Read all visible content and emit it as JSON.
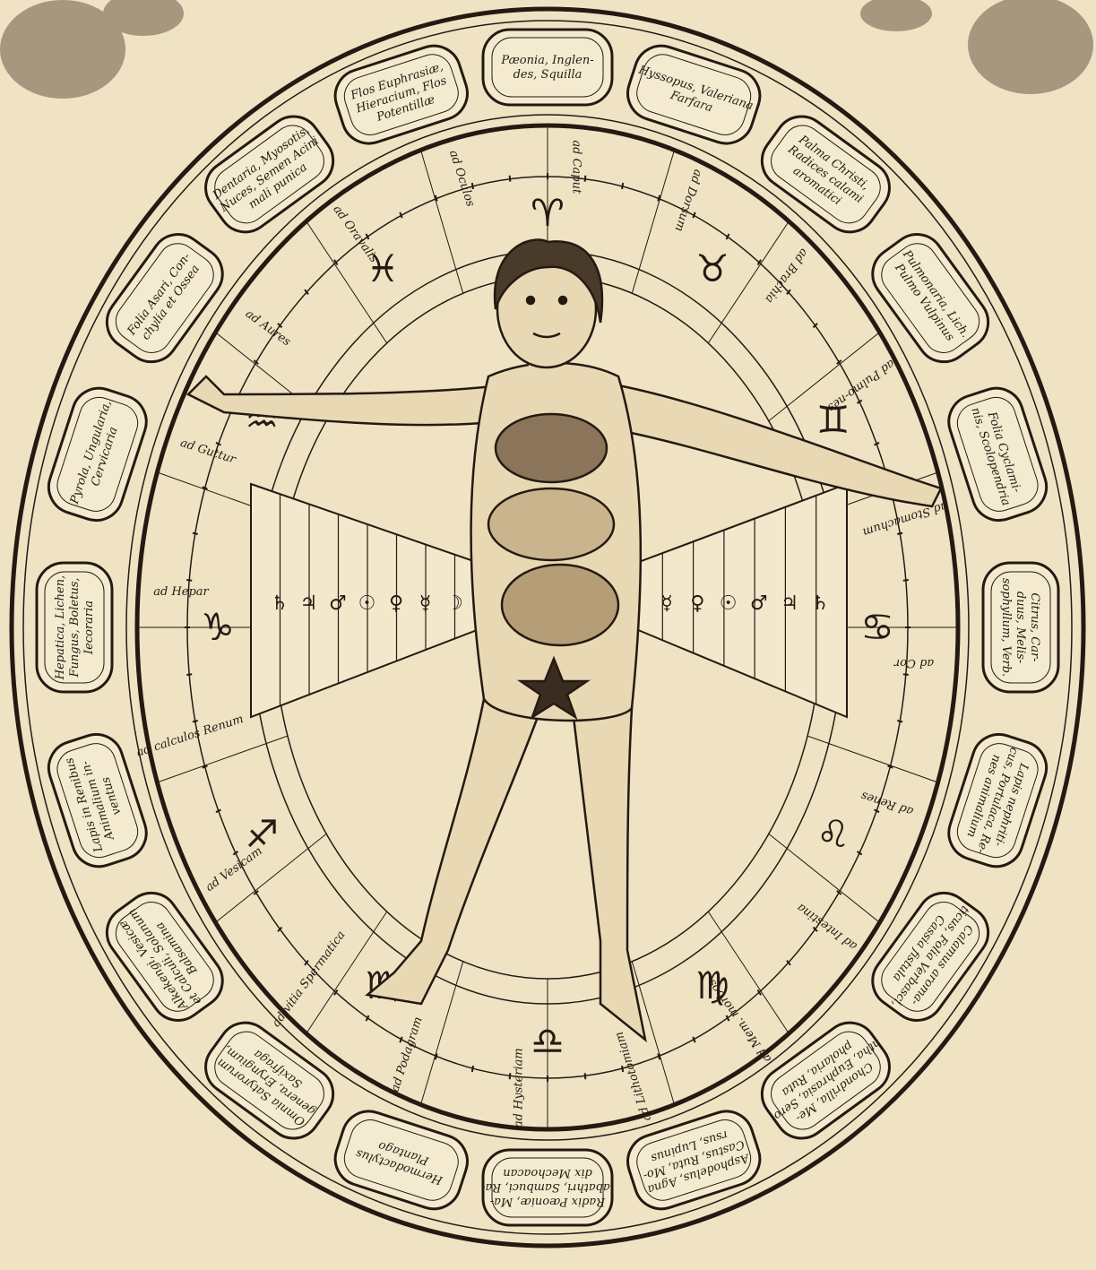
{
  "cartouches": [
    {
      "id": "c01",
      "lines": [
        "Pæonia, Inglen-",
        "des, Squilla"
      ]
    },
    {
      "id": "c02",
      "lines": [
        "Hyssopus, Valeriana",
        "Farfara"
      ]
    },
    {
      "id": "c03",
      "lines": [
        "Palma Christi,",
        "Radices calami",
        "aromatici"
      ]
    },
    {
      "id": "c04",
      "lines": [
        "Pulmonaria, Lich.",
        "Pulmo Vulpinus"
      ]
    },
    {
      "id": "c05",
      "lines": [
        "Folia Cyclami-",
        "nis, Scolopendria"
      ]
    },
    {
      "id": "c06",
      "lines": [
        "Citrus, Car-",
        "duus, Melis-",
        "sophyllum, Verb."
      ]
    },
    {
      "id": "c07",
      "lines": [
        "Lapis nephriti-",
        "cus, Portulaca, Re-",
        "nes animalium"
      ]
    },
    {
      "id": "c08",
      "lines": [
        "Calamus aroma-",
        "ticus, Folia Verbasci,",
        "Cassia fistula"
      ]
    },
    {
      "id": "c09",
      "lines": [
        "Chondrilla, Me-",
        "ntha, Euphrasia, Sero-",
        "pholaria, Ruta"
      ]
    },
    {
      "id": "c10",
      "lines": [
        "Asphodelus, Agna",
        "Castus, Ruta, Mo-",
        "rsus, Lupinus"
      ]
    },
    {
      "id": "c11",
      "lines": [
        "Radix Pæoniæ, Ma-",
        "labathri, Sambuci, Ra-",
        "dix Mechoacan"
      ]
    },
    {
      "id": "c12",
      "lines": [
        "Hermodactylus",
        "Plantago"
      ]
    },
    {
      "id": "c13",
      "lines": [
        "Omnia Satyrorum",
        "genera, Eryngium,",
        "Saxifraga"
      ]
    },
    {
      "id": "c14",
      "lines": [
        "Alkekengi, Vesicæ",
        "et Calculi, Solanum",
        "Balsamina"
      ]
    },
    {
      "id": "c15",
      "lines": [
        "Lapis in Renibus",
        "Animalium in-",
        "ventus"
      ]
    },
    {
      "id": "c16",
      "lines": [
        "Hepatica, Lichen,",
        "Fungus, Boletus,",
        "Iecoraria"
      ]
    },
    {
      "id": "c17",
      "lines": [
        "Pyrola, Ungularia,",
        "Cervicaria"
      ]
    },
    {
      "id": "c18",
      "lines": [
        "Folia Asari, Con-",
        "chylia et Ossea"
      ]
    },
    {
      "id": "c19",
      "lines": [
        "Dentaria, Myosotis,",
        "Nuces, Semen Acini",
        "mali punica"
      ]
    },
    {
      "id": "c20",
      "lines": [
        "Flos Euphrasiæ,",
        "Hieracium, Flos",
        "Potentillæ"
      ]
    }
  ],
  "rays": [
    {
      "id": "r01",
      "label": "ad Caput"
    },
    {
      "id": "r02",
      "label": "ad Dorsum"
    },
    {
      "id": "r03",
      "label": "ad Brachia"
    },
    {
      "id": "r04",
      "label": "ad Pulmo-nes"
    },
    {
      "id": "r05",
      "label": "ad Stomachum"
    },
    {
      "id": "r06",
      "label": "ad Cor"
    },
    {
      "id": "r07",
      "label": "ad Renes"
    },
    {
      "id": "r08",
      "label": "ad Intestina"
    },
    {
      "id": "r09",
      "label": "ad Mem. morbos"
    },
    {
      "id": "r10",
      "label": "ad Lithotomiam"
    },
    {
      "id": "r11",
      "label": "ad Hysteriam"
    },
    {
      "id": "r12",
      "label": "ad Podagram"
    },
    {
      "id": "r13",
      "label": "ad vitia Spermatica"
    },
    {
      "id": "r14",
      "label": "ad Vesicam"
    },
    {
      "id": "r15",
      "label": "ad calculos Renum"
    },
    {
      "id": "r16",
      "label": "ad Hepar"
    },
    {
      "id": "r17",
      "label": "ad Guttur"
    },
    {
      "id": "r18",
      "label": "ad Aures"
    },
    {
      "id": "r19",
      "label": "ad Oravalis"
    },
    {
      "id": "r20",
      "label": "ad Oculos"
    }
  ],
  "zodiac": [
    {
      "id": "aries",
      "glyph": "♈"
    },
    {
      "id": "taurus",
      "glyph": "♉"
    },
    {
      "id": "gemini",
      "glyph": "♊"
    },
    {
      "id": "cancer",
      "glyph": "♋"
    },
    {
      "id": "leo",
      "glyph": "♌"
    },
    {
      "id": "virgo",
      "glyph": "♍"
    },
    {
      "id": "libra",
      "glyph": "♎"
    },
    {
      "id": "scorpio",
      "glyph": "♏"
    },
    {
      "id": "sagittarius",
      "glyph": "♐"
    },
    {
      "id": "capricorn",
      "glyph": "♑"
    },
    {
      "id": "aquarius",
      "glyph": "♒"
    },
    {
      "id": "pisces",
      "glyph": "♓"
    }
  ],
  "planets_left": [
    "♄",
    "♃",
    "♂",
    "☉",
    "♀",
    "☿",
    "☽"
  ],
  "planets_right": [
    "☿",
    "♀",
    "☉",
    "♂",
    "♃",
    "♄"
  ],
  "colors": {
    "paper": "#efe3c4",
    "ink": "#241a12",
    "cartouche": "#f4ead0",
    "shade": "#6b5a45"
  }
}
